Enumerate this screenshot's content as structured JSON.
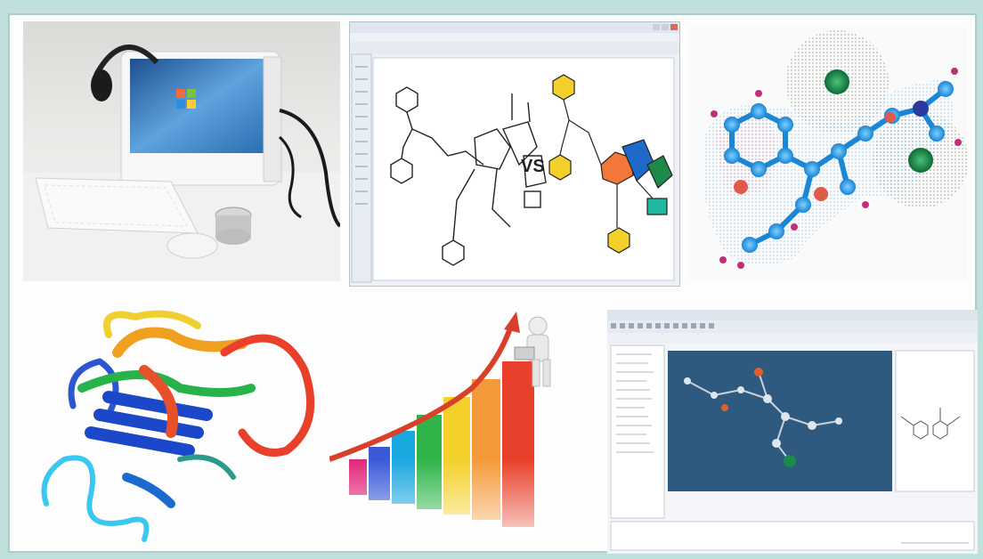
{
  "collage": {
    "panels": [
      {
        "name": "computer-workstation"
      },
      {
        "name": "chem-structure-editor",
        "comparison_text": "VS"
      },
      {
        "name": "molecule-ball-stick-surface"
      },
      {
        "name": "protein-ribbon"
      },
      {
        "name": "growth-bar-chart"
      },
      {
        "name": "molecular-viewer-software"
      }
    ]
  },
  "colors": {
    "background": "#bfe0dc",
    "atom_carbon": "#2aa0e6",
    "atom_oxygen": "#e05a4a",
    "atom_chlorine": "#1e8a4a",
    "bars": [
      "#e0287a",
      "#3a5ad8",
      "#1aa8e0",
      "#2fb44a",
      "#f4d02a",
      "#f59a3a",
      "#e8402a"
    ]
  }
}
